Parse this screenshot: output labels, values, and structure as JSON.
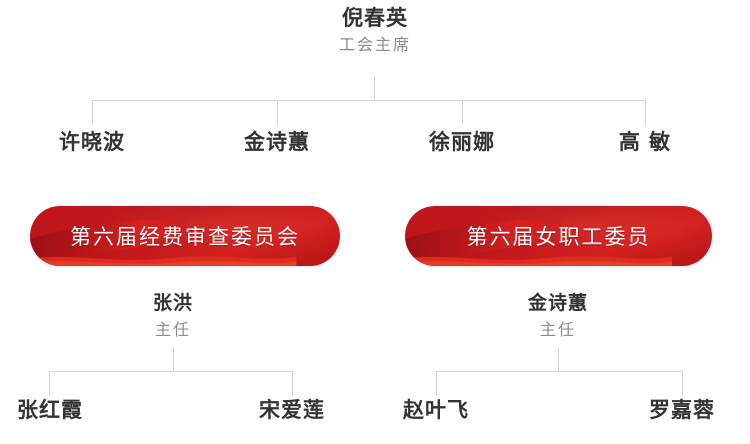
{
  "chart": {
    "type": "org-chart",
    "title_node": {
      "name": "倪春英",
      "title": "工会主席"
    },
    "level2": [
      {
        "name": "许晓波"
      },
      {
        "name": "金诗蕙"
      },
      {
        "name": "徐丽娜"
      },
      {
        "name": "高 敏"
      }
    ],
    "committees": [
      {
        "banner_label": "第六届经费审查委员会",
        "chair": {
          "name": "张洪",
          "title": "主任"
        },
        "members": [
          {
            "name": "张红霞"
          },
          {
            "name": "宋爱莲"
          }
        ]
      },
      {
        "banner_label": "第六届女职工委员",
        "chair": {
          "name": "金诗蕙",
          "title": "主任"
        },
        "members": [
          {
            "name": "赵叶飞"
          },
          {
            "name": "罗嘉蓉"
          }
        ]
      }
    ],
    "colors": {
      "banner_red_dark": "#b8141a",
      "banner_red_light": "#d42020",
      "name_text": "#333333",
      "title_text": "#8c8c8c",
      "connector_line": "#d6d6d6",
      "background": "#ffffff"
    }
  }
}
